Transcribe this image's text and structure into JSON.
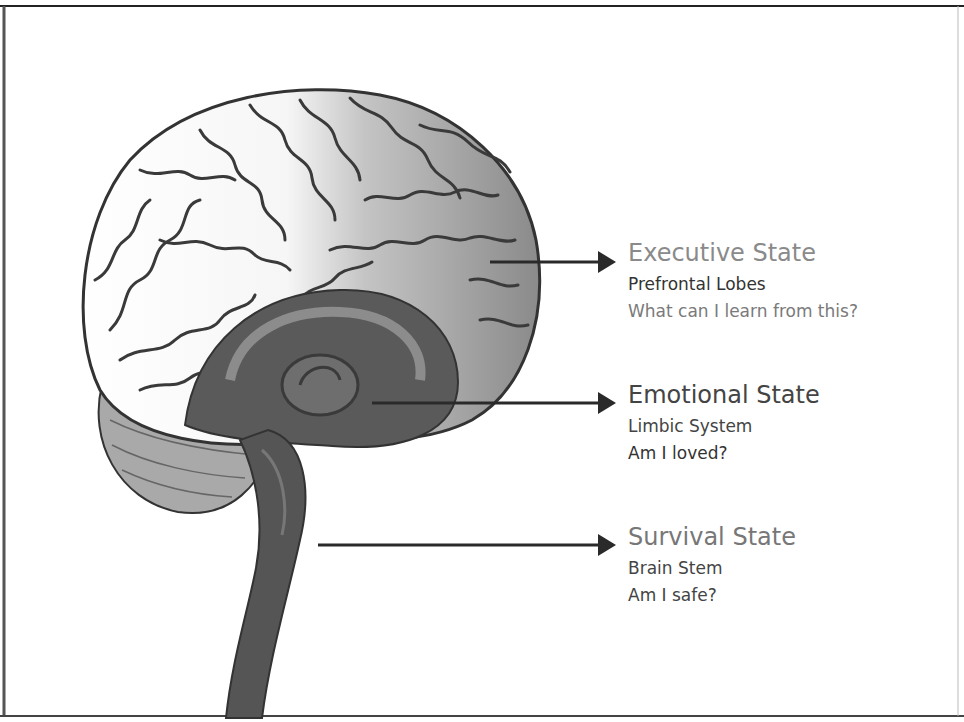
{
  "diagram": {
    "labels": [
      "Executive State",
      "Prefrontal Lobes",
      "What can I learn from this?",
      "Emotional State",
      "Limbic System",
      "Am I loved?",
      "Survival State",
      "Brain Stem",
      "Am I safe?"
    ]
  }
}
